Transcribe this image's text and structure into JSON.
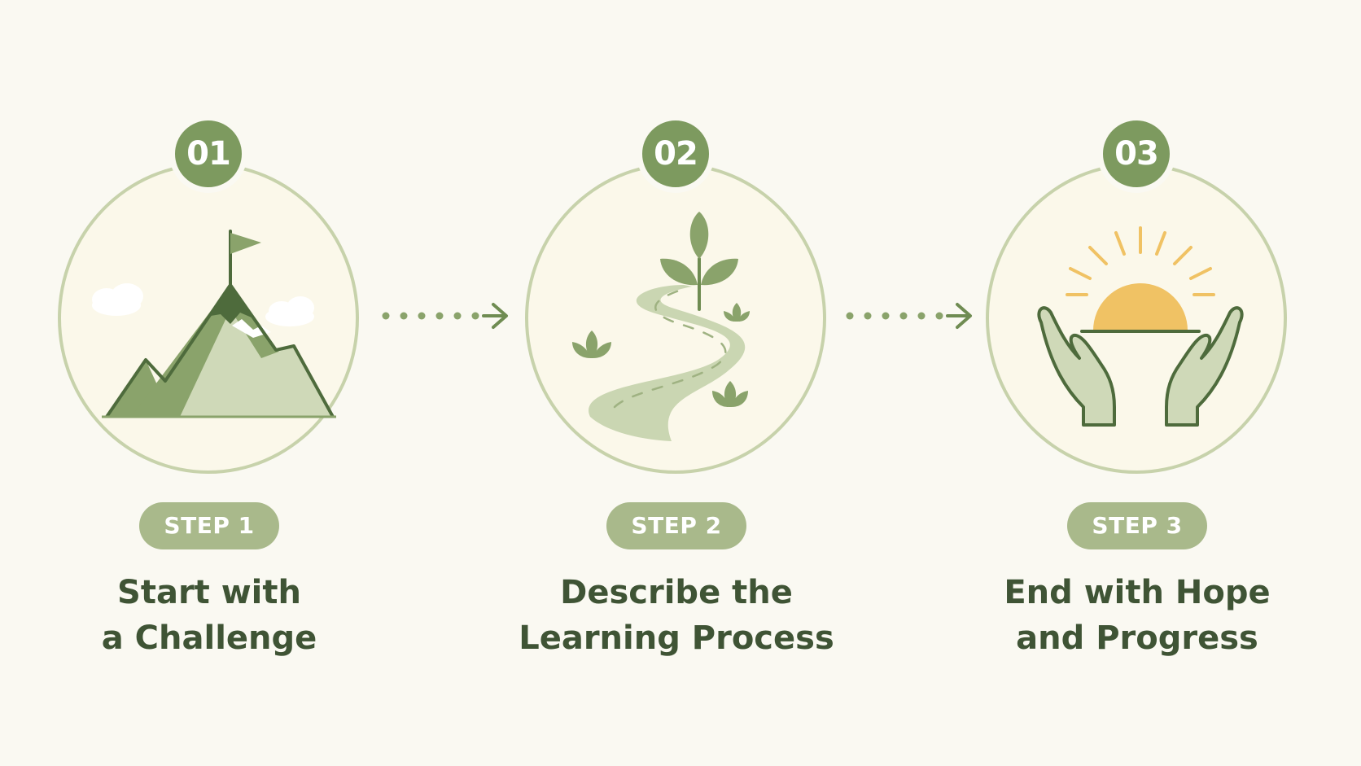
{
  "colors": {
    "background": "#faf9f2",
    "accent": "#7d9a5f",
    "pill": "#a9b98b",
    "ring": "#c7d2ab",
    "text": "#3f5435",
    "sun": "#f0c264"
  },
  "steps": [
    {
      "number": "01",
      "step_label": "STEP 1",
      "title_line1": "Start with",
      "title_line2": "a Challenge",
      "icon": "mountain-flag-icon"
    },
    {
      "number": "02",
      "step_label": "STEP 2",
      "title_line1": "Describe the",
      "title_line2": "Learning Process",
      "icon": "winding-path-sprout-icon"
    },
    {
      "number": "03",
      "step_label": "STEP 3",
      "title_line1": "End with Hope",
      "title_line2": "and Progress",
      "icon": "hands-sunrise-icon"
    }
  ]
}
